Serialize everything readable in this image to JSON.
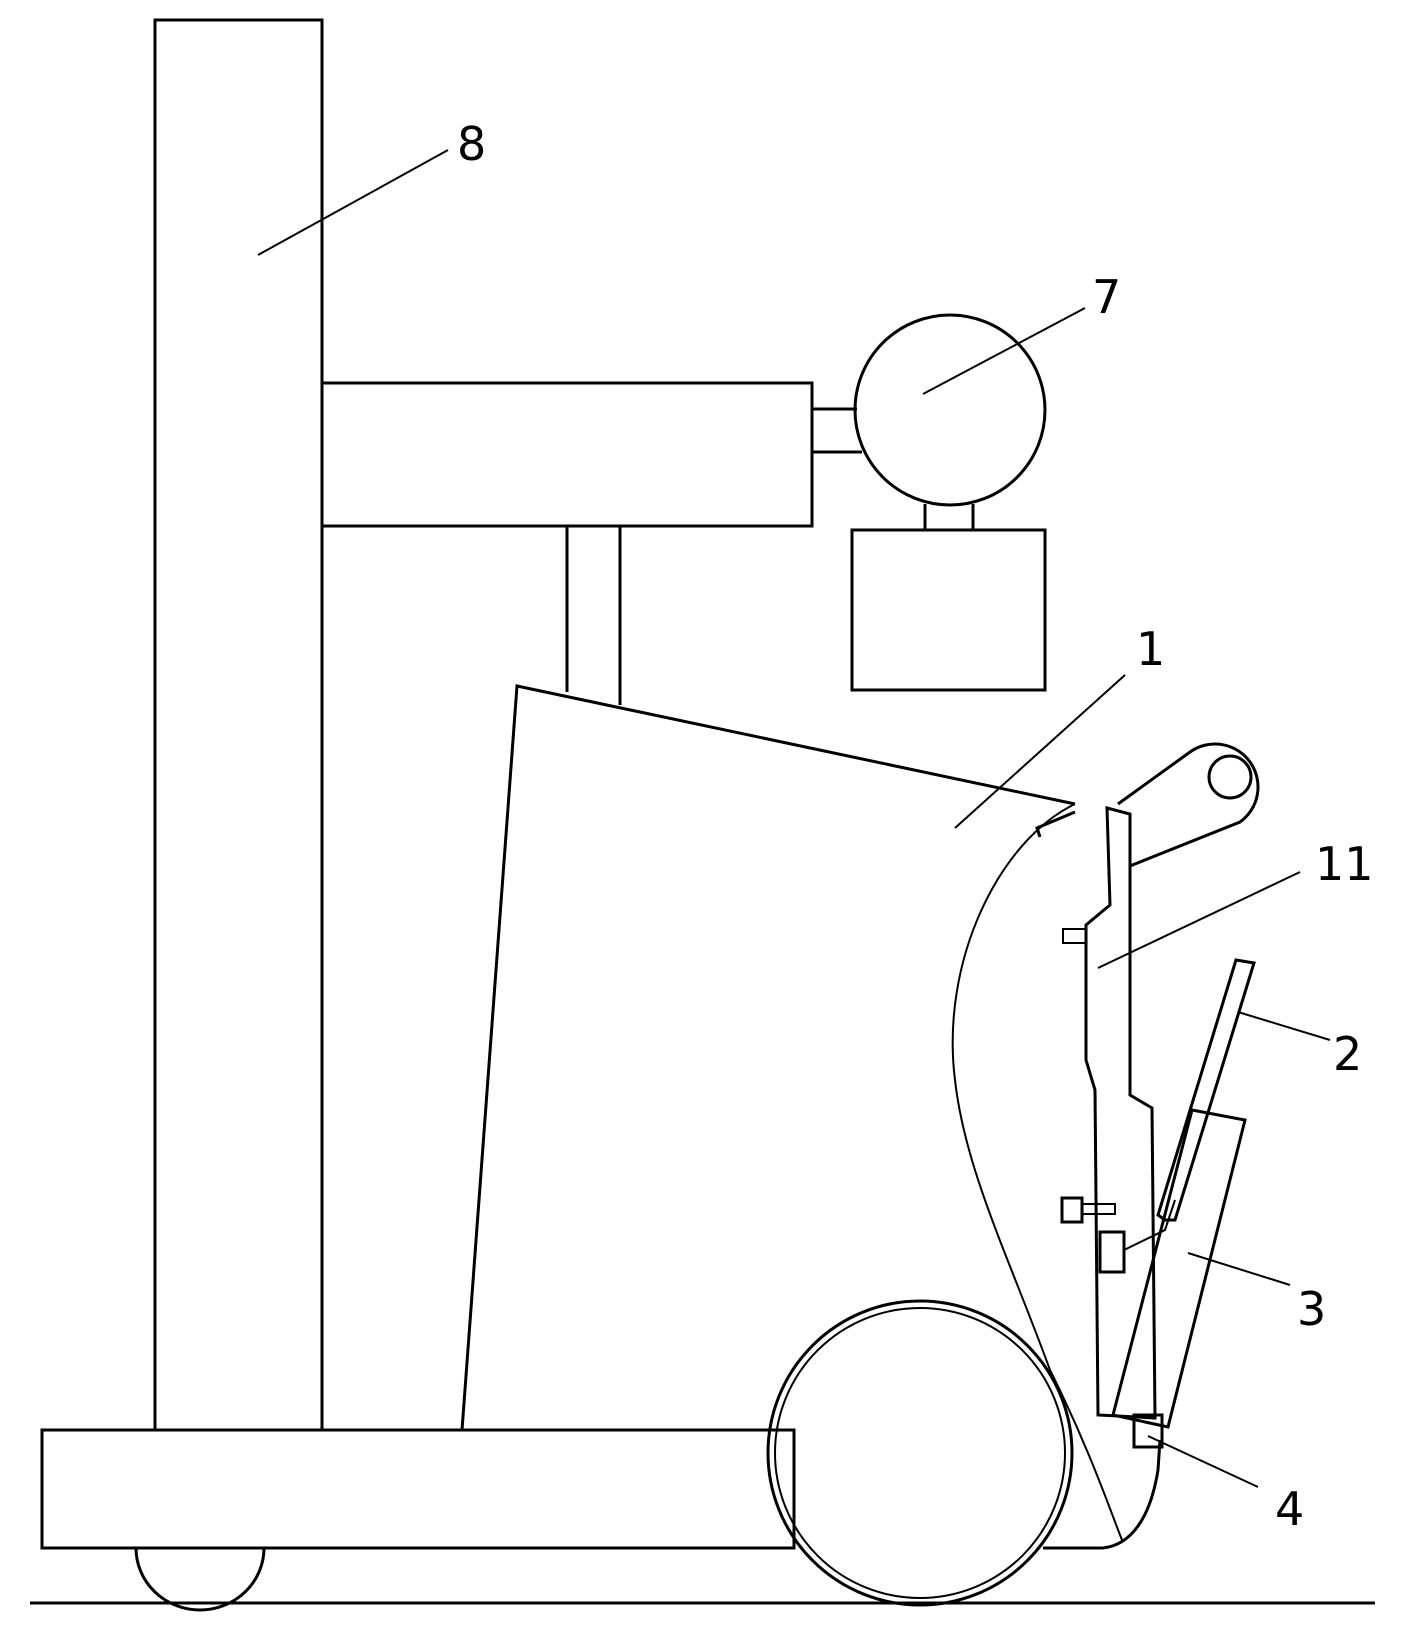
{
  "figure": {
    "labels": {
      "column": "8",
      "motor": "7",
      "body": "1",
      "plate": "11",
      "rod": "2",
      "cylinder": "3",
      "hinge": "4"
    },
    "colors": {
      "stroke": "#000000",
      "background": "#ffffff"
    }
  }
}
